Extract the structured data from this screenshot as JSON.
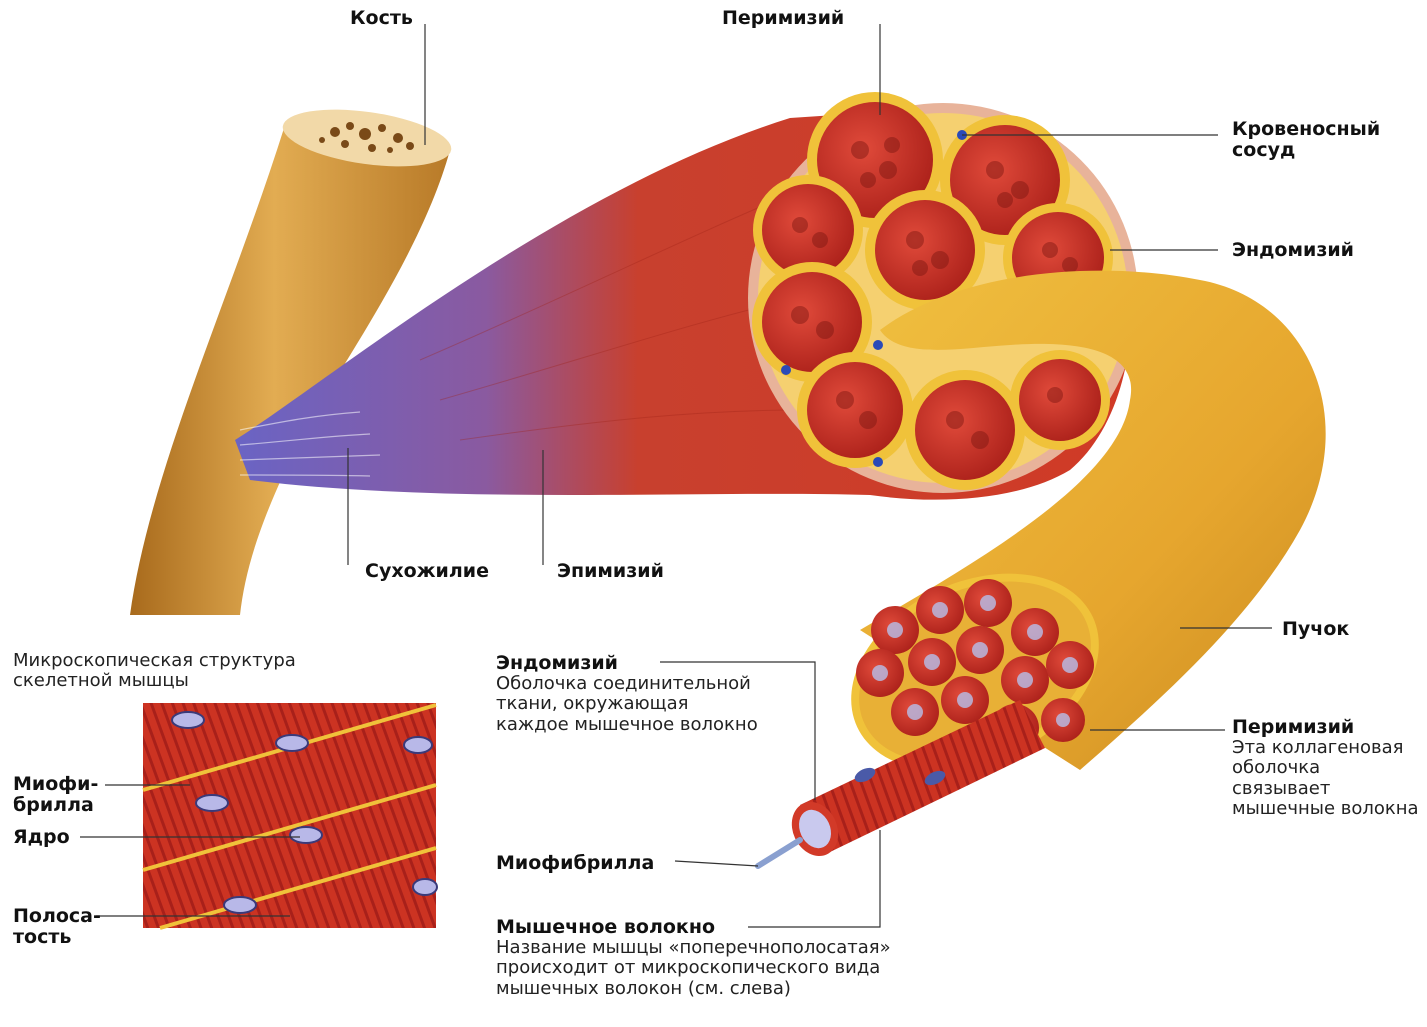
{
  "labels": {
    "bone": "Кость",
    "perimysium_top": "Перимизий",
    "blood_vessel": "Кровеносный сосуд",
    "endomysium_top": "Эндомизий",
    "tendon": "Сухожилие",
    "epimysium": "Эпимизий",
    "fascicle": "Пучок",
    "endomysium": {
      "title": "Эндомизий",
      "desc": "Оболочка соединительной ткани, окружающая каждое мышечное волокно"
    },
    "perimysium": {
      "title": "Перимизий",
      "desc": "Эта коллагеновая оболочка связывает мышечные волокна"
    },
    "myofibril": "Миофибрилла",
    "muscle_fiber": {
      "title": "Мышечное волокно",
      "desc": "Название мышцы «поперечнополосатая» происходит от микроскопического вида мышечных волокон (см. слева)"
    }
  },
  "inset": {
    "caption": "Микроскопическая структура скелетной мышцы",
    "myofibril": "Миофи-брилла",
    "nucleus": "Ядро",
    "striation": "Полоса-тость"
  },
  "colors": {
    "bone": "#d9a040",
    "muscle": "#cc3322",
    "tendon": "#7a72c8",
    "connective": "#f0c23a"
  }
}
